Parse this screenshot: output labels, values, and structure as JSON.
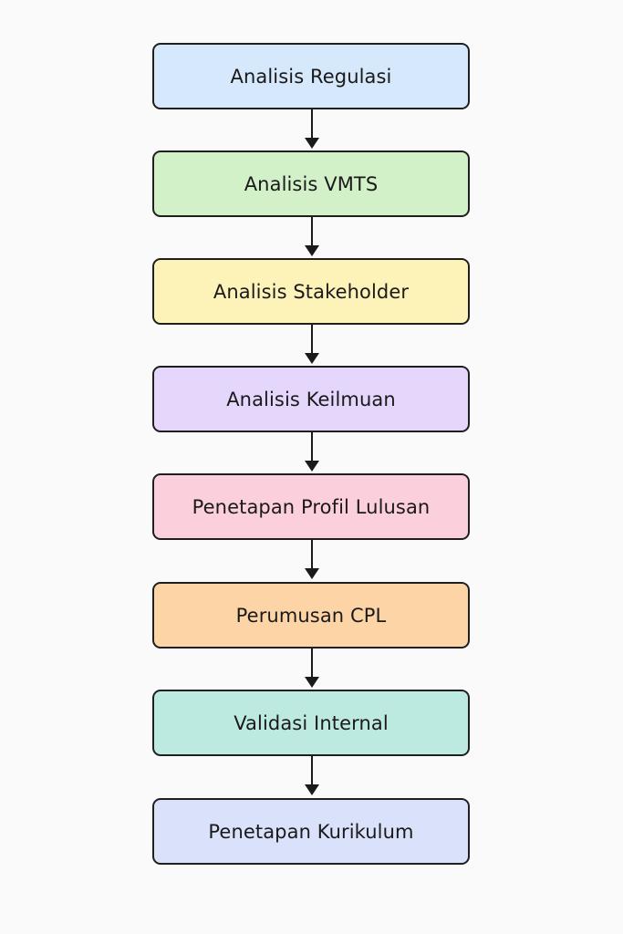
{
  "steps": [
    {
      "label": "Analisis Regulasi",
      "color": "#d6e8fb"
    },
    {
      "label": "Analisis VMTS",
      "color": "#d2f1c8"
    },
    {
      "label": "Analisis Stakeholder",
      "color": "#fdf2b7"
    },
    {
      "label": "Analisis Keilmuan",
      "color": "#e5d6fb"
    },
    {
      "label": "Penetapan Profil Lulusan",
      "color": "#fccfdc"
    },
    {
      "label": "Perumusan CPL",
      "color": "#fdd4a6"
    },
    {
      "label": "Validasi Internal",
      "color": "#bdeae0"
    },
    {
      "label": "Penetapan Kurikulum",
      "color": "#d9e1fb"
    }
  ],
  "colors": {
    "background": "#fafafa",
    "border": "#1f1f1f",
    "arrow": "#1a1a1a",
    "text": "#1a1a1a"
  }
}
